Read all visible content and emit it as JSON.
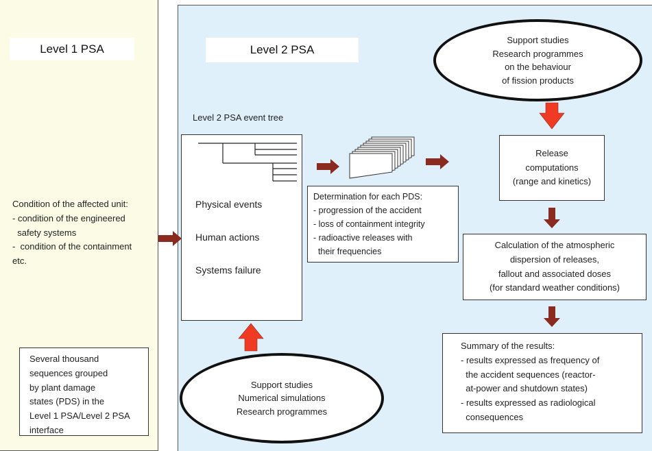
{
  "level1": {
    "title": "Level 1 PSA",
    "condition_lines": [
      "Condition of the affected unit:",
      "- condition of the engineered",
      "  safety systems",
      "-  condition of the containment",
      "etc."
    ],
    "sequences_lines": [
      "Several thousand",
      "sequences grouped",
      "by plant damage",
      "states (PDS) in the",
      "Level 1 PSA/Level 2 PSA",
      "interface"
    ]
  },
  "level2": {
    "title": "Level 2 PSA",
    "event_tree": {
      "label": "Level 2 PSA event tree",
      "items": [
        "Physical events",
        "Human actions",
        "Systems failure"
      ]
    },
    "support_top_lines": [
      "Support studies",
      "Research programmes",
      "on the behaviour",
      "of fission products"
    ],
    "support_bottom_lines": [
      "Support studies",
      "Numerical simulations",
      "Research programmes"
    ],
    "determination_lines": [
      "Determination for each PDS:",
      "- progression of the accident",
      "- loss of containment integrity",
      "- radioactive releases with",
      "  their frequencies"
    ],
    "release_lines": [
      "Release",
      "computations",
      "(range and kinetics)"
    ],
    "dispersion_lines": [
      "Calculation of the atmospheric",
      "dispersion of releases,",
      "fallout and associated doses",
      "(for standard weather conditions)"
    ],
    "summary_lines": [
      "Summary of the results:",
      "- results expressed as frequency of",
      "  the accident sequences (reactor-",
      "  at-power and shutdown states)",
      "- results expressed as radiological",
      "  consequences"
    ]
  },
  "colors": {
    "level1_bg": "#fbfbe6",
    "level2_bg": "#dff0fa",
    "arrow_dark": "#8b2a1e",
    "arrow_red": "#ef3b24"
  }
}
